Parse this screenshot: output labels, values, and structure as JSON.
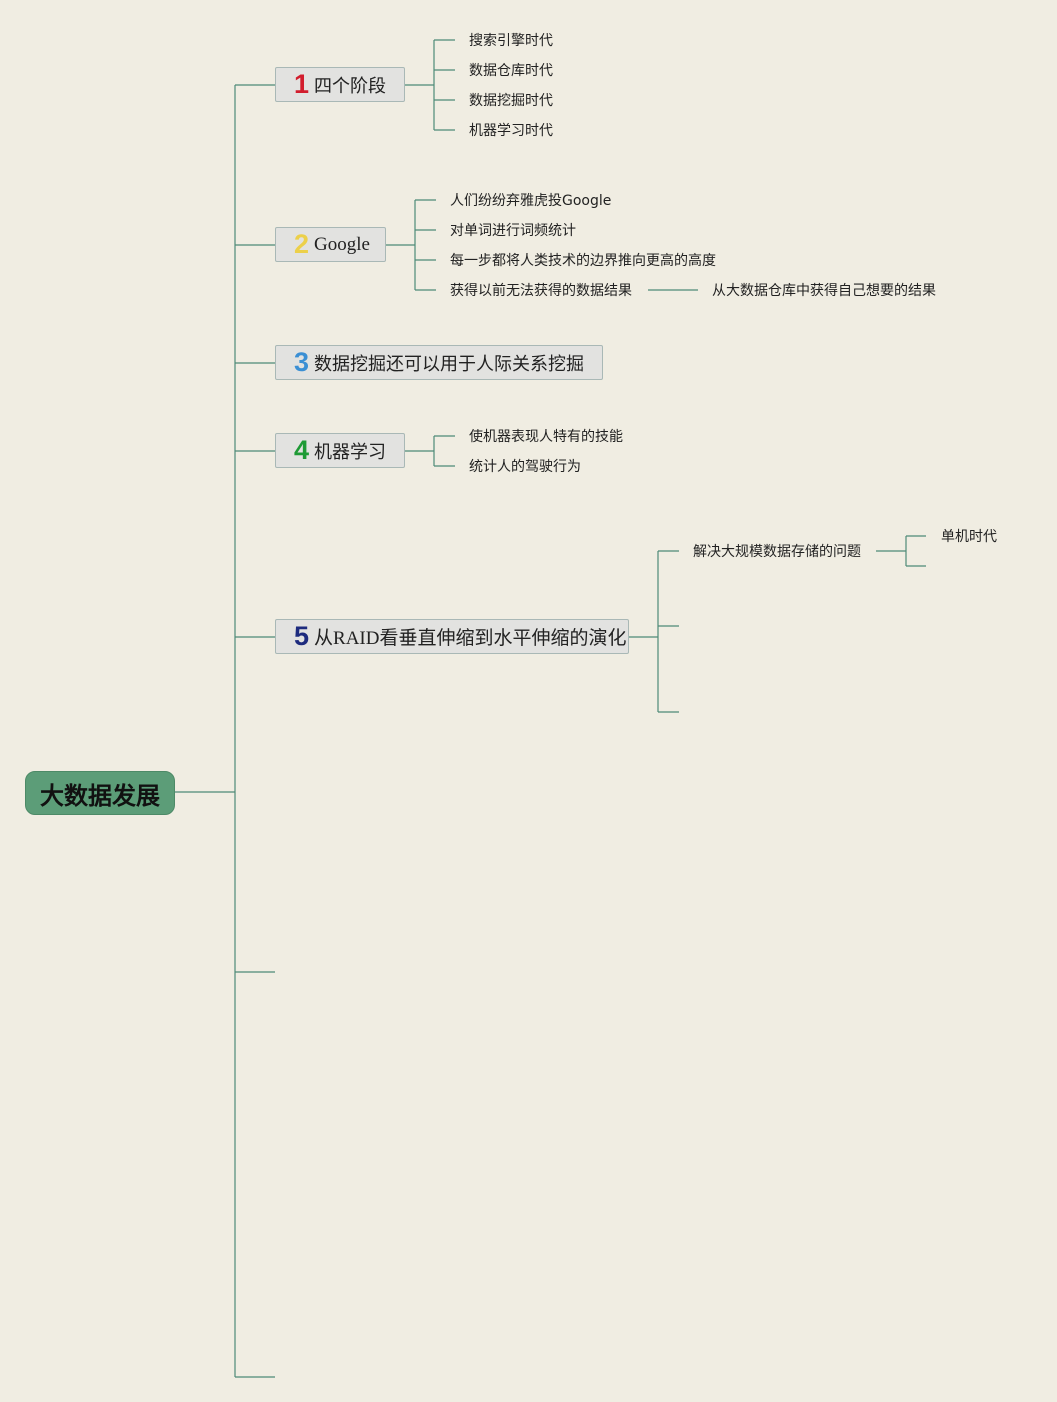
{
  "root": {
    "label": "大数据发展",
    "color": "#5c9d78"
  },
  "line_color": "#4e8a77",
  "branches": [
    {
      "number": "1",
      "number_color": "#d21d2d",
      "label": "四个阶段",
      "children": [
        "搜索引擎时代",
        "数据仓库时代",
        "数据挖掘时代",
        "机器学习时代"
      ]
    },
    {
      "number": "2",
      "number_color": "#ecd04a",
      "label": "Google",
      "children": [
        "人们纷纷弃雅虎投Google",
        "对单词进行词频统计",
        "每一步都将人类技术的边界推向更高的高度",
        "获得以前无法获得的数据结果"
      ],
      "grandchild": "从大数据仓库中获得自己想要的结果"
    },
    {
      "number": "3",
      "number_color": "#3b8fd4",
      "label": "数据挖掘还可以用于人际关系挖掘",
      "children": []
    },
    {
      "number": "4",
      "number_color": "#1e9a35",
      "label": "机器学习",
      "children": [
        "使机器表现人特有的技能",
        "统计人的驾驶行为"
      ]
    },
    {
      "number": "5",
      "number_color": "#1d2b7e",
      "label": "从RAID看垂直伸缩到水平伸缩的演化",
      "children": [
        "解决大规模数据存储的问题",
        "",
        ""
      ],
      "grandchild": "单机时代"
    }
  ]
}
